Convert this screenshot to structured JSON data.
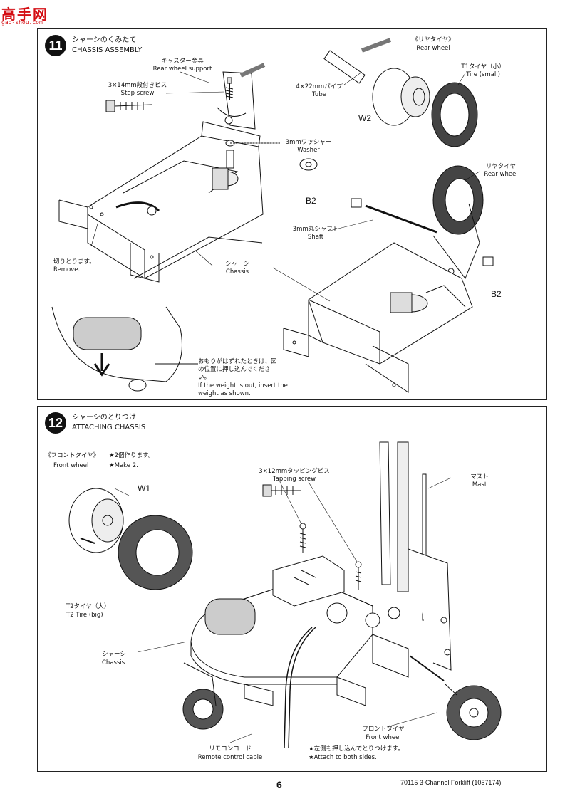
{
  "watermark": {
    "site_name": "高手网",
    "url": "gao-shou.com"
  },
  "step11": {
    "number": "11",
    "title_jp": "シャーシのくみたて",
    "title_en": "CHASSIS ASSEMBLY",
    "labels": {
      "rear_wheel_support_jp": "キャスター金具",
      "rear_wheel_support_en": "Rear wheel support",
      "step_screw_jp": "3×14mm段付きビス",
      "step_screw_en": "Step screw",
      "washer_jp": "3mmワッシャー",
      "washer_en": "Washer",
      "remove_jp": "切りとります。",
      "remove_en": "Remove.",
      "chassis_jp": "シャーシ",
      "chassis_en": "Chassis",
      "rear_wheel_section_jp": "《リヤタイヤ》",
      "rear_wheel_section_en": "Rear wheel",
      "tube_jp": "4×22mmパイプ",
      "tube_en": "Tube",
      "tire_small_jp": "T1タイヤ（小）",
      "tire_small_en": "Tire (small)",
      "rear_wheel_jp": "リヤタイヤ",
      "rear_wheel_en": "Rear wheel",
      "shaft_jp": "3mm丸シャフト",
      "shaft_en": "Shaft",
      "weight_note_jp_1": "おもりがはずれたときは、図",
      "weight_note_jp_2": "の位置に押し込んでくださ",
      "weight_note_jp_3": "い。",
      "weight_note_en_1": "If the weight is out, insert the",
      "weight_note_en_2": "weight as shown.",
      "ref_w2": "W2",
      "ref_b2_top": "B2",
      "ref_b2_bottom": "B2"
    }
  },
  "step12": {
    "number": "12",
    "title_jp": "シャーシのとりつけ",
    "title_en": "ATTACHING CHASSIS",
    "labels": {
      "front_wheel_section_jp": "《フロントタイヤ》",
      "front_wheel_section_en": "Front wheel",
      "make2_jp": "★2個作ります。",
      "make2_en": "★Make 2.",
      "ref_w1": "W1",
      "tapping_screw_jp": "3×12mmタッピングビス",
      "tapping_screw_en": "Tapping screw",
      "mast_jp": "マスト",
      "mast_en": "Mast",
      "tire_big_jp": "T2タイヤ（大）",
      "tire_big_en": "T2 Tire (big)",
      "chassis_jp": "シャーシ",
      "chassis_en": "Chassis",
      "front_wheel_jp": "フロントタイヤ",
      "front_wheel_en": "Front wheel",
      "remote_cable_jp": "リモコンコード",
      "remote_cable_en": "Remote control cable",
      "both_sides_jp": "★左側も押し込んでとりつけます。",
      "both_sides_en": "★Attach to both sides."
    }
  },
  "footer": {
    "page_number": "6",
    "product": "70115  3-Channel Forklift (1057174)"
  }
}
